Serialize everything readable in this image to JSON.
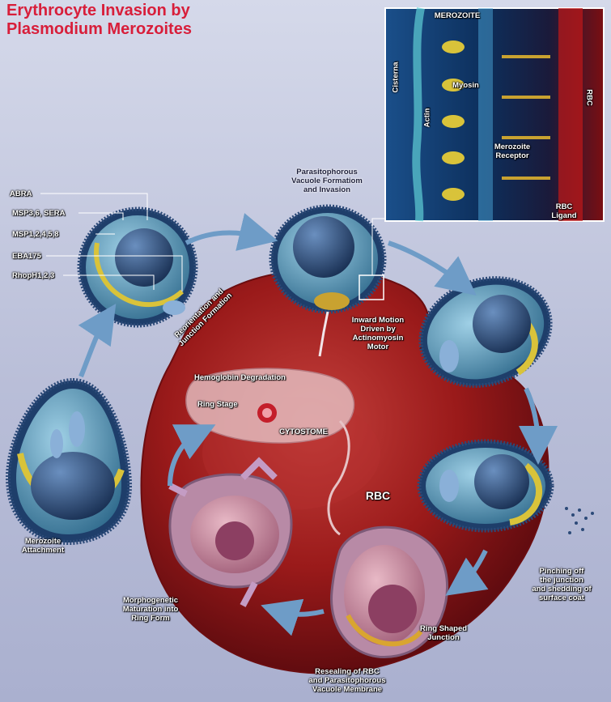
{
  "title": {
    "line1": "Erythrocyte Invasion by",
    "line2": "Plasmodium Merozoites"
  },
  "inset": {
    "merozoite": "MEROZOITE",
    "cisterna": "Cisterna",
    "actin": "Actin",
    "myosin": "Myosin",
    "merozoite_receptor": "Merozoite\nReceptor",
    "rbc_ligand": "RBC\nLigand",
    "rbc": "RBC"
  },
  "proteins": [
    "ABRA",
    "MSP3,6, SERA",
    "MSP1,2,4,5,8",
    "EBA175",
    "RhopH1,2,3"
  ],
  "stages": {
    "parasitophorous": "Parasitophorous\nVacuole Formatiom\nand Invasion",
    "reorientation": "Reorientation and\nJunction Formation",
    "inward_motion": "Inward Motion\nDriven by\nActinomyosin\nMotor",
    "hemoglobin": "Hemoglobin Degradation",
    "ring_stage": "Ring Stage",
    "cytostome": "CYTOSTOME",
    "rbc_center": "RBC",
    "merozoite_attachment": "Merozoite\nAttachment",
    "pinching": "Pinching off\nthe junction\nand shedding of\nsurface coat",
    "morphogenetic": "Morphogenetic\nMaturation into\nRing Form",
    "ring_junction": "Ring Shaped\nJunction",
    "resealing": "Resealing of RBC\nand Parasitophorous\nVacuole Membrane"
  },
  "colors": {
    "title": "#d81e3a",
    "rbc": "#9a1a1a",
    "merozoite_body": "#4d87a8",
    "nucleus": "#22406a",
    "coat": "#5b86b3",
    "arrow": "#6e9cc7"
  }
}
